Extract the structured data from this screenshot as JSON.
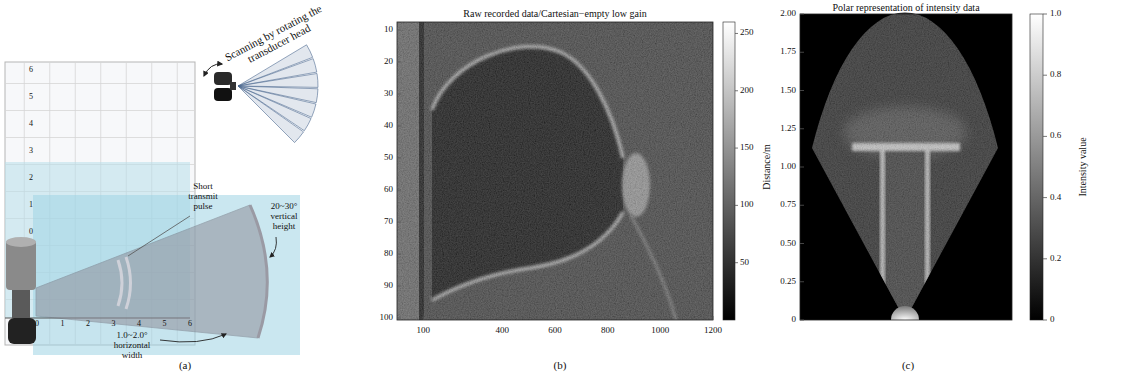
{
  "diagram": {
    "labels": [
      "Scanning by rotating the transducer head",
      "Short transmit pulse",
      "20~30° vertical height",
      "1.0~2.0° horizontal width",
      "6",
      "5",
      "4",
      "3",
      "2",
      "1",
      "0",
      "0",
      "1",
      "2",
      "3",
      "4",
      "5",
      "6",
      "(a)",
      "Raw recorded data/Cartesian−empty low gain",
      "10",
      "20",
      "30",
      "40",
      "50",
      "60",
      "70",
      "80",
      "90",
      "100",
      "100",
      "400",
      "600",
      "800",
      "1000",
      "1200",
      "250",
      "200",
      "150",
      "100",
      "50",
      "(b)",
      "Polar representation of intensity data",
      "Distance/m",
      "2.00",
      "1.75",
      "1.50",
      "1.25",
      "1.00",
      "0.75",
      "0.50",
      "0.25",
      "0",
      "1.0",
      "0.8",
      "0.6",
      "0.4",
      "0.2",
      "0",
      "Intensity value",
      "(c)"
    ]
  }
}
